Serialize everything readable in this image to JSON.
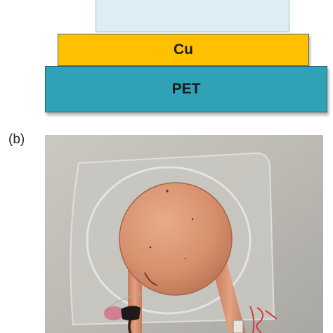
{
  "panel_b": {
    "label": "(b)"
  },
  "stack": {
    "top_layer": "",
    "cu_layer": "Cu",
    "pet_layer": "PET"
  },
  "colors": {
    "top_layer": "#dcedf4",
    "cu_layer": "#ffc000",
    "pet_layer": "#2fa2b8",
    "copper_disc": "#d7906d"
  }
}
